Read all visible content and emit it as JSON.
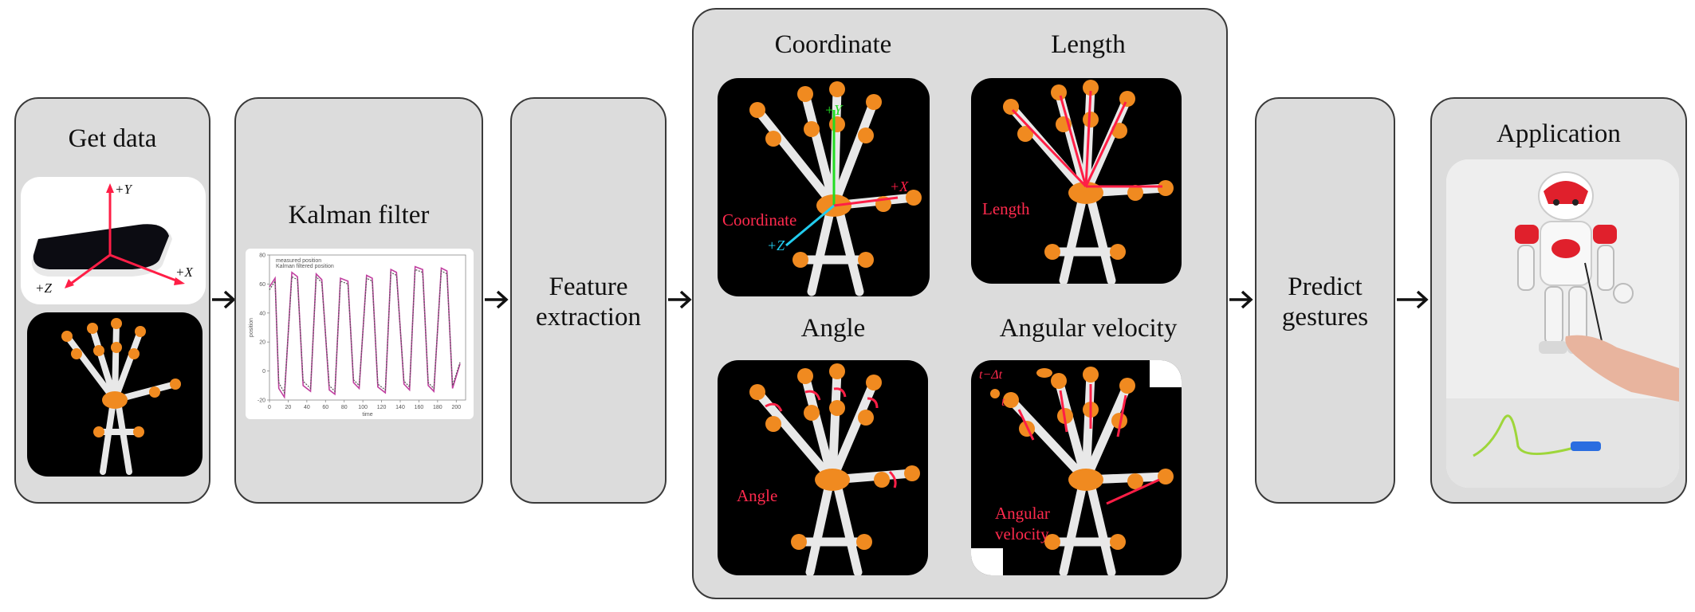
{
  "stages": {
    "get_data": {
      "title": "Get data",
      "axes": {
        "y": "+Y",
        "x": "+X",
        "z": "+Z"
      }
    },
    "kalman": {
      "title": "Kalman filter"
    },
    "feature": {
      "title_line1": "Feature",
      "title_line2": "extraction"
    },
    "predict": {
      "title_line1": "Predict",
      "title_line2": "gestures"
    },
    "application": {
      "title": "Application"
    }
  },
  "features": {
    "coordinate": {
      "title": "Coordinate",
      "label": "Coordinate",
      "axes": {
        "y": "+Y",
        "x": "+X",
        "z": "+Z"
      }
    },
    "length": {
      "title": "Length",
      "label": "Length"
    },
    "angle": {
      "title": "Angle",
      "label": "Angle"
    },
    "angular_velocity": {
      "title": "Angular velocity",
      "label_line1": "Angular",
      "label_line2": "velocity",
      "t_minus": "t−Δt",
      "t": "t"
    }
  },
  "chart_data": {
    "type": "line",
    "title": "",
    "xlabel": "time",
    "ylabel": "position",
    "xlim": [
      0,
      210
    ],
    "ylim": [
      -20,
      80
    ],
    "xticks": [
      0,
      20,
      40,
      60,
      80,
      100,
      120,
      140,
      160,
      180,
      200
    ],
    "yticks": [
      -20,
      0,
      20,
      40,
      60,
      80
    ],
    "series": [
      {
        "name": "measured position",
        "color": "#c040a0",
        "style": "solid",
        "x": [
          0,
          6,
          10,
          16,
          24,
          30,
          36,
          44,
          50,
          56,
          64,
          70,
          76,
          84,
          90,
          96,
          104,
          110,
          116,
          124,
          130,
          136,
          144,
          150,
          156,
          164,
          170,
          176,
          184,
          190,
          196,
          204
        ],
        "y": [
          58,
          64,
          -12,
          -18,
          68,
          65,
          -10,
          -14,
          67,
          63,
          -13,
          -16,
          64,
          62,
          -8,
          -12,
          66,
          64,
          -11,
          -15,
          70,
          68,
          -9,
          -13,
          72,
          70,
          -10,
          -14,
          71,
          69,
          -12,
          5
        ]
      },
      {
        "name": "Kalman filtered position",
        "color": "#555555",
        "style": "dashed",
        "x": [
          0,
          6,
          10,
          16,
          24,
          30,
          36,
          44,
          50,
          56,
          64,
          70,
          76,
          84,
          90,
          96,
          104,
          110,
          116,
          124,
          130,
          136,
          144,
          150,
          156,
          164,
          170,
          176,
          184,
          190,
          196,
          204
        ],
        "y": [
          56,
          62,
          -8,
          -15,
          65,
          63,
          -7,
          -12,
          65,
          61,
          -10,
          -14,
          62,
          60,
          -6,
          -10,
          64,
          62,
          -9,
          -13,
          68,
          66,
          -7,
          -11,
          70,
          68,
          -8,
          -12,
          69,
          67,
          -10,
          6
        ]
      }
    ]
  }
}
